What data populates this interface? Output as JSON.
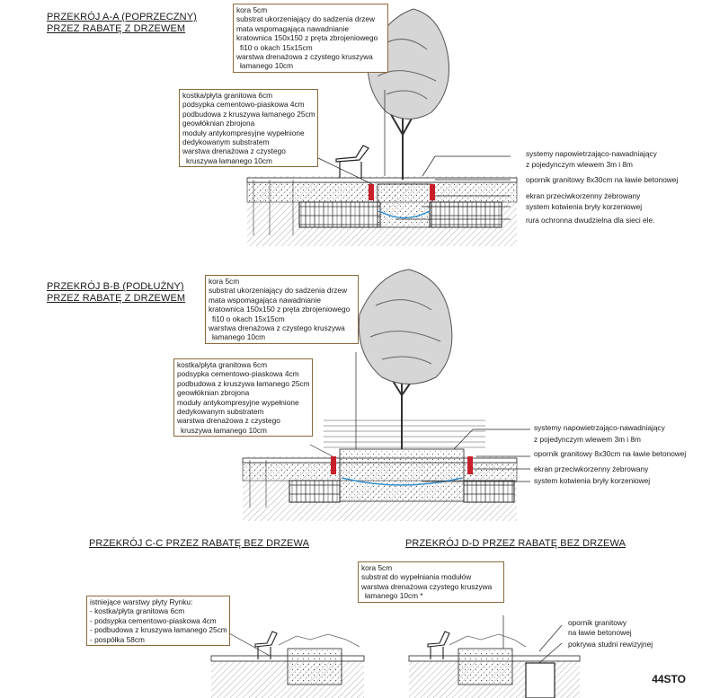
{
  "sheet_code": "44STO",
  "section_a": {
    "title_line1": "PRZEKRÓJ A-A (POPRZECZNY)",
    "title_line2": "PRZEZ RABATĘ Z DRZEWEM",
    "top_box": [
      "kora 5cm",
      "substrat ukorzeniający do sadzenia drzew",
      "mata wspomagająca nawadnianie",
      "kratownica 150x150 z pręta zbrojeniowego",
      "fi10 o okach 15x15cm",
      "warstwa drenażowa z czystego kruszywa",
      "łamanego 10cm"
    ],
    "left_box": [
      "kostka/płyta granitowa 6cm",
      "podsypka cementowo-piaskowa 4cm",
      "podbudowa z kruszywa łamanego 25cm",
      "geowłóknian zbrojona",
      "moduły antykompresyjne wypełnione",
      "dedykowanym substratem",
      "warstwa drenażowa z czystego",
      "kruszywa łamanego 10cm"
    ],
    "right_labels": [
      "systemy napowietrzająco-nawadniający",
      "z pojedynczym wlewem 3m i 8m",
      "opornik granitowy 8x30cm na ławie betonowej",
      "ekran przeciwkorzenny żebrowany",
      "system kotwienia bryły korzeniowej",
      "rura ochronna dwudzielna dla sieci ele."
    ]
  },
  "section_b": {
    "title_line1": "PRZEKRÓJ B-B (PODŁUŻNY)",
    "title_line2": "PRZEZ RABATĘ Z DRZEWEM",
    "top_box": [
      "kora 5cm",
      "substrat ukorzeniający do sadzenia drzew",
      "mata wspomagająca nawadnianie",
      "kratownica 150x150 z pręta zbrojeniowego",
      "fi10 o okach 15x15cm",
      "warstwa drenażowa z czystego kruszywa",
      "łamanego 10cm"
    ],
    "left_box": [
      "kostka/płyta granitowa 6cm",
      "podsypka cementowo-piaskowa 4cm",
      "podbudowa z kruszywa łamanego 25cm",
      "geowłóknian zbrojona",
      "moduły antykompresyjne wypełnione",
      "dedykowanym substratem",
      "warstwa drenażowa z czystego",
      "kruszywa łamanego 10cm"
    ],
    "right_labels": [
      "systemy napowietrzająco-nawadniający",
      "z pojedynczym wlewem 3m i 8m",
      "opornik granitowy 8x30cm na ławie betonowej",
      "ekran przeciwkorzenny żebrowany",
      "system kotwienia bryły korzeniowej"
    ]
  },
  "section_c": {
    "title": "PRZEKRÓJ C-C PRZEZ RABATĘ BEZ DRZEWA",
    "left_box": [
      "istniejące warstwy płyty Rynku:",
      "- kostka/płyta granitowa 6cm",
      "- podsypka cementowo-piaskowa 4cm",
      "- podbudowa z kruszywa łamanego 25cm",
      "- pospółka 58cm"
    ]
  },
  "section_d": {
    "title": "PRZEKRÓJ D-D PRZEZ RABATĘ BEZ DRZEWA",
    "top_box": [
      "kora 5cm",
      "substrat do wypełniania modułów",
      "warstwa drenażowa czystego kruszywa",
      "łamanego 10cm *"
    ],
    "right_labels": [
      "opornik granitowy",
      "na ławie betonowej",
      "pokrywa studni rewizyjnej"
    ]
  },
  "colors": {
    "leader": "#8a6a3a",
    "accent_red": "#c8202a",
    "accent_blue": "#2f8fd0",
    "hatch": "#6a6a6a"
  }
}
